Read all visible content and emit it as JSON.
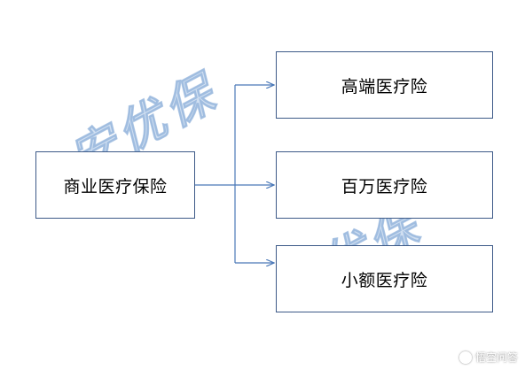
{
  "diagram": {
    "root": {
      "label": "商业医疗保险"
    },
    "children": [
      {
        "label": "高端医疗险"
      },
      {
        "label": "百万医疗险"
      },
      {
        "label": "小额医疗险"
      }
    ],
    "edge_color": "#4a78b8",
    "box_border_color": "#3d5a88"
  },
  "watermark": {
    "text": "安优保",
    "color": "#96b9e1"
  },
  "corner_mark": {
    "icon": "app-logo-icon",
    "text": "悟空问答"
  }
}
